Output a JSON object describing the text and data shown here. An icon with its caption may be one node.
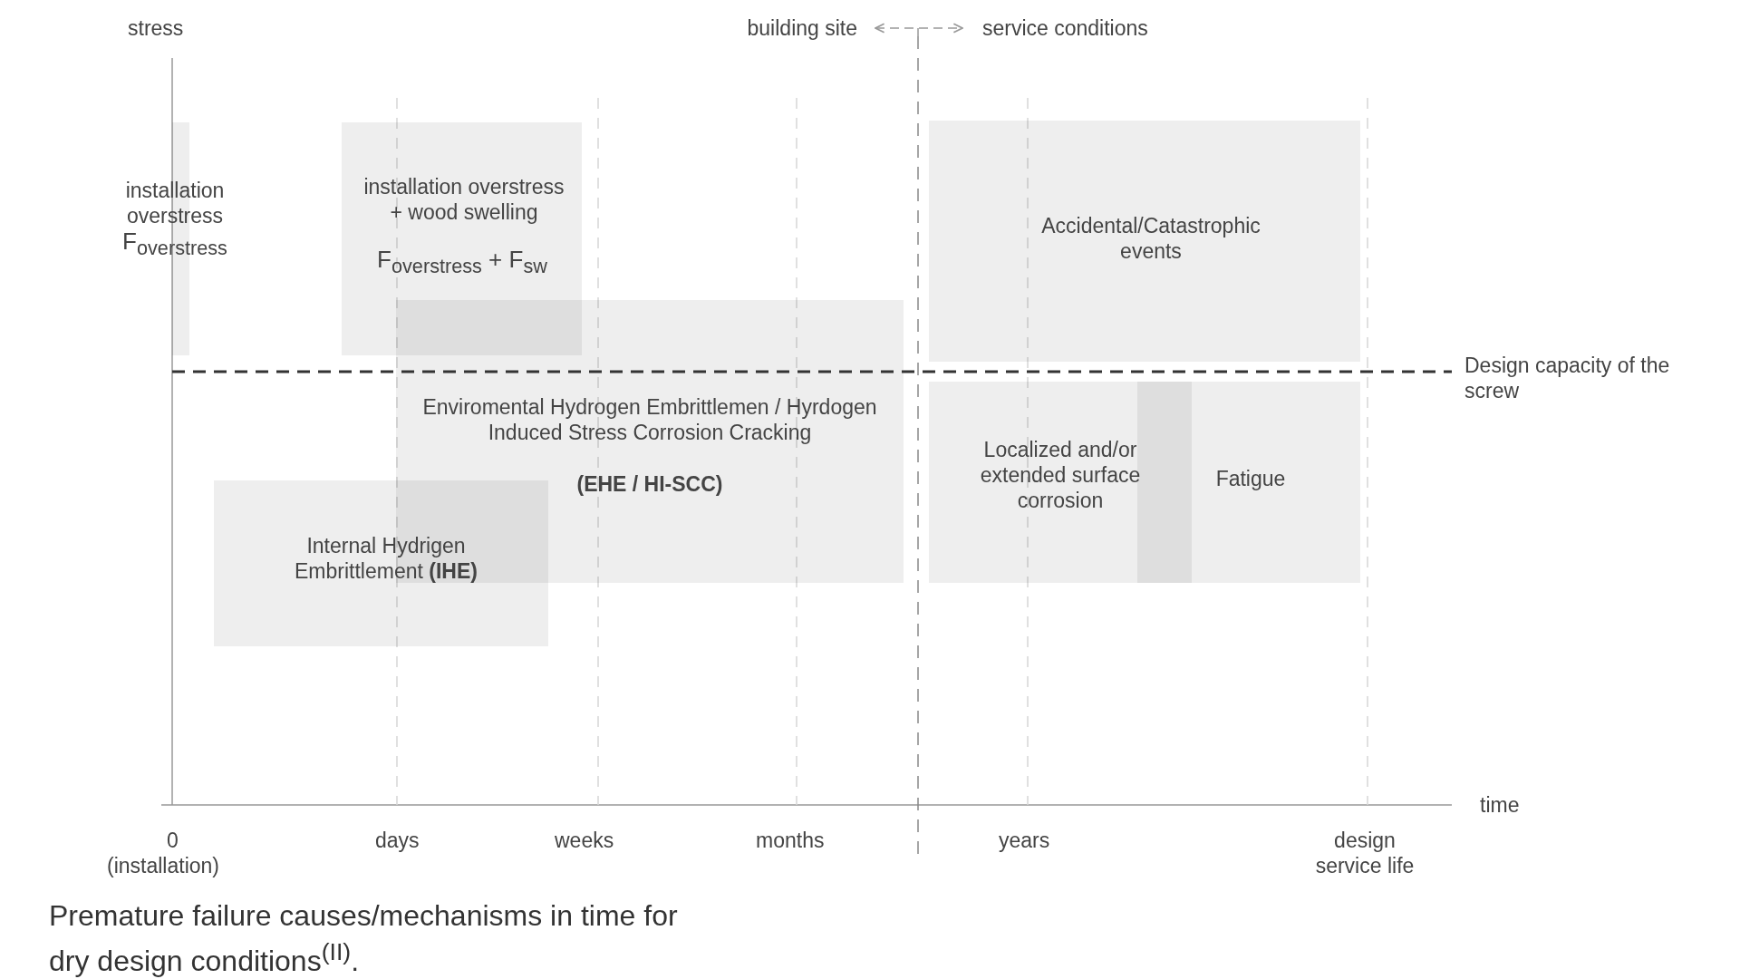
{
  "diagram": {
    "caption": "Premature failure causes/mechanisms in time for dry design conditions$^{(II)}$.",
    "nodes": [
      {
        "text": [
          "installation overstress",
          "F$_{overstress}$"
        ]
      },
      {
        "text": [
          "installation overstress + wood swelling",
          "F$_{overstress}$ + F$_{sw}$"
        ]
      },
      {
        "text": [
          "Accidental/Catastrophic events"
        ]
      },
      {
        "text": [
          "Enviromental Hydrogen Embrittlemen / Hyrdogen Induced Stress Corrosion Cracking",
          "(EHE / HI-SCC)"
        ]
      },
      {
        "text": [
          "Internal Hydrigen Embrittlement **(IHE)**"
        ]
      },
      {
        "text": [
          "Localized and/or extended surface corrosion"
        ]
      },
      {
        "text": [
          "Fatigue"
        ]
      }
    ],
    "labels": [
      "stress",
      "building site",
      "service conditions",
      "Design capacity of the screw",
      "time",
      "0",
      "(installation)",
      "days",
      "weeks",
      "months",
      "years",
      "design service life"
    ]
  }
}
